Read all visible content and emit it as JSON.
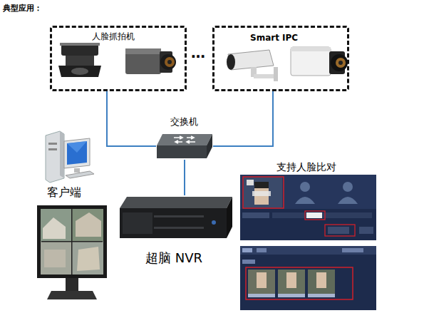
{
  "diagram": {
    "title": "典型应用：",
    "nodes": [
      {
        "text": [
          "人脸抓拍机"
        ]
      },
      {
        "text": [
          "Smart IPC"
        ]
      },
      {
        "text": [
          "交换机"
        ]
      },
      {
        "text": [
          "客户端"
        ]
      },
      {
        "text": [
          "超脑 NVR"
        ]
      }
    ],
    "edges": [
      {
        "from": 0,
        "to": 2,
        "arrow": "none"
      },
      {
        "from": 1,
        "to": 2,
        "arrow": "none"
      },
      {
        "from": 2,
        "to": 4,
        "arrow": "none"
      }
    ],
    "labels": [
      "…",
      "支持人脸比对"
    ]
  }
}
